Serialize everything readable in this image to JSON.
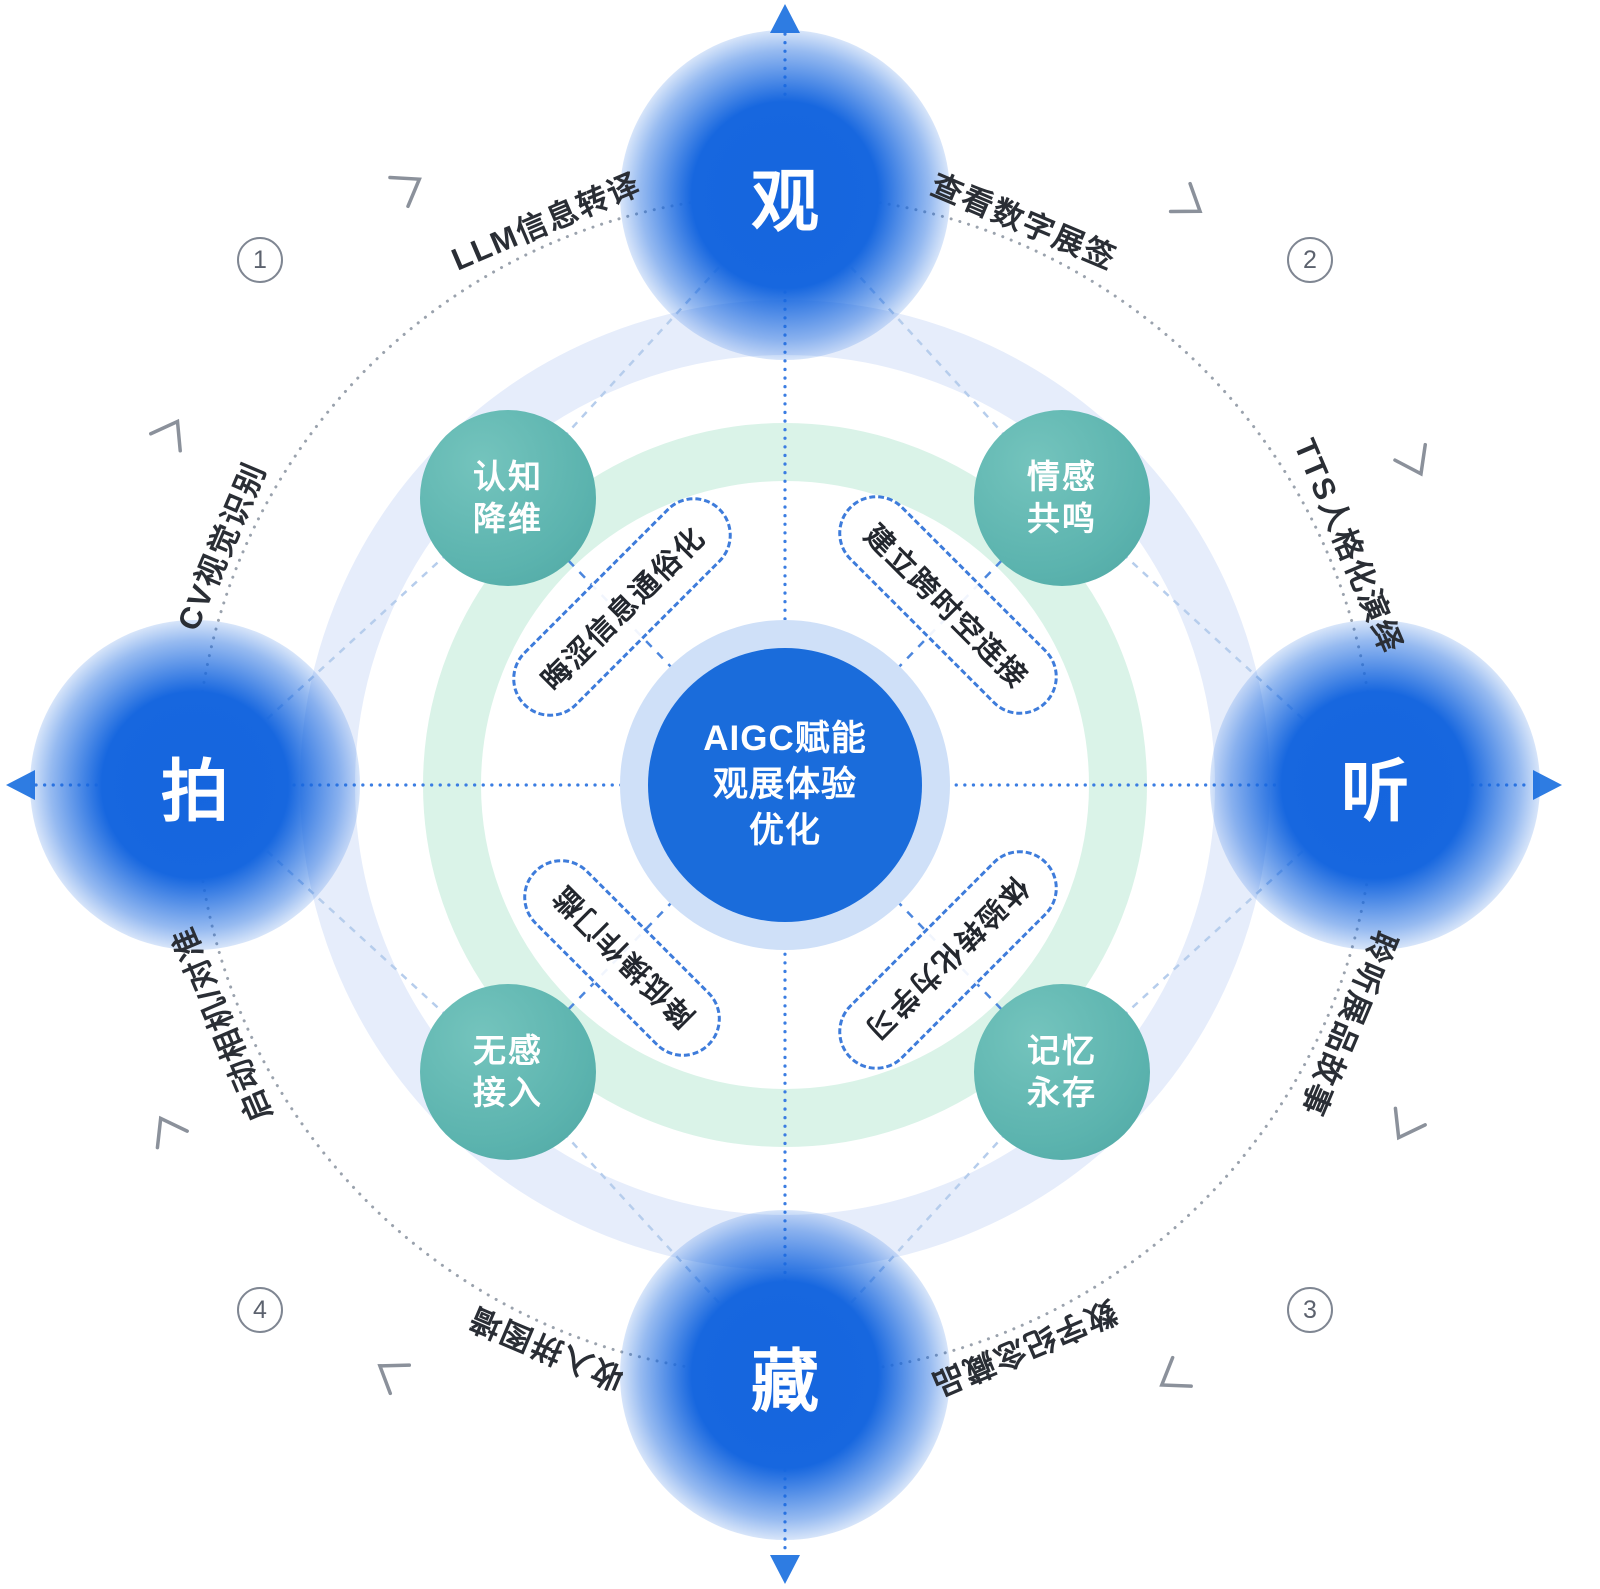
{
  "center": {
    "line1": "AIGC赋能",
    "line2": "观展体验",
    "line3": "优化"
  },
  "nodes": {
    "top": "观",
    "right": "听",
    "bottom": "藏",
    "left": "拍"
  },
  "feature_circles": {
    "top_left": {
      "line1": "认知",
      "line2": "降维"
    },
    "top_right": {
      "line1": "情感",
      "line2": "共鸣"
    },
    "bottom_right": {
      "line1": "记忆",
      "line2": "永存"
    },
    "bottom_left": {
      "line1": "无感",
      "line2": "接入"
    }
  },
  "pills": {
    "top_left": "晦涩信息通俗化",
    "top_right": "建立跨时空连接",
    "bottom_right": "体验转化为学习",
    "bottom_left": "降低操作门槛"
  },
  "arc_labels": {
    "top_left": "LLM信息转译",
    "top_right": "查看数字展签",
    "right_upper": "TTS人格化演绎",
    "right_lower": "聆听展品故事",
    "bottom_right": "数字纪念藏品",
    "bottom_left": "收入拼图墙",
    "left_lower": "启动相机/对准",
    "left_upper": "CV视觉识别"
  },
  "step_badges": {
    "s1": "1",
    "s2": "2",
    "s3": "3",
    "s4": "4"
  },
  "icons": {
    "flow_direction": "chevron-icon",
    "axis_ends": "arrow-triangle-icon"
  },
  "colors": {
    "primary_blue": "#1a6cdb",
    "node_blue": "#1767df",
    "halo_blue": "#cfe0f8",
    "teal": "#5bb3ae",
    "mint_ring": "#daf3e8",
    "lavender_ring": "#e6edfb",
    "dashed_blue": "#3e7cdb",
    "diamond_dash_blue": "#b6cdec",
    "dotted_gray": "#9aa2ad",
    "text_dark": "#2a2e35"
  }
}
